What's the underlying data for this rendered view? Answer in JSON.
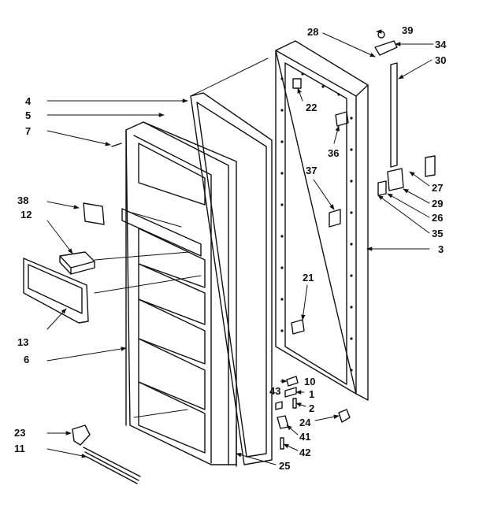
{
  "diagram": {
    "labels": {
      "l39": "39",
      "l28": "28",
      "l34": "34",
      "l30": "30",
      "l4": "4",
      "l5": "5",
      "l7": "7",
      "l22": "22",
      "l36": "36",
      "l37": "37",
      "l38": "38",
      "l12": "12",
      "l27": "27",
      "l29": "29",
      "l26": "26",
      "l35": "35",
      "l3": "3",
      "l21": "21",
      "l13": "13",
      "l6": "6",
      "l10": "10",
      "l43": "43",
      "l1": "1",
      "l2": "2",
      "l24": "24",
      "l41": "41",
      "l42": "42",
      "l23": "23",
      "l11": "11",
      "l25": "25"
    },
    "line_color": "#111111",
    "background_color": "#ffffff"
  }
}
